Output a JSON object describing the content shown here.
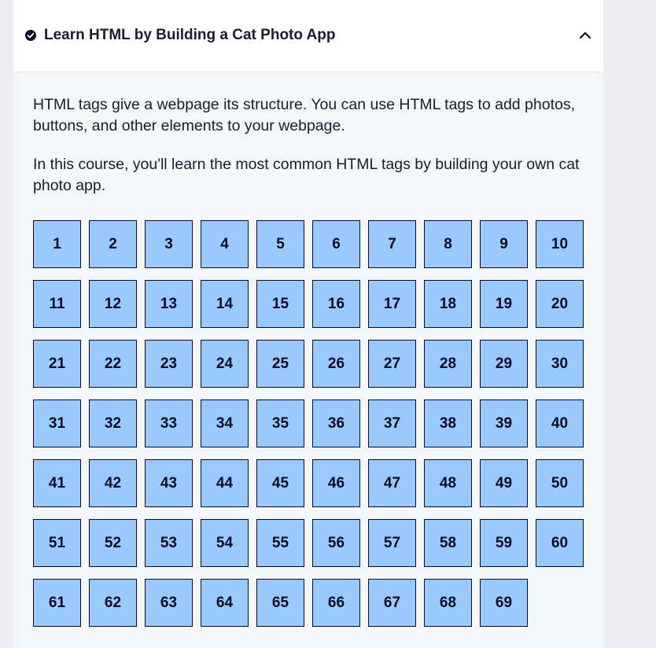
{
  "block": {
    "title": "Learn HTML by Building a Cat Photo App",
    "completed": true,
    "expanded": true,
    "description": [
      "HTML tags give a webpage its structure. You can use HTML tags to add photos, buttons, and other elements to your webpage.",
      "In this course, you'll learn the most common HTML tags by building your own cat photo app."
    ]
  },
  "steps": [
    "1",
    "2",
    "3",
    "4",
    "5",
    "6",
    "7",
    "8",
    "9",
    "10",
    "11",
    "12",
    "13",
    "14",
    "15",
    "16",
    "17",
    "18",
    "19",
    "20",
    "21",
    "22",
    "23",
    "24",
    "25",
    "26",
    "27",
    "28",
    "29",
    "30",
    "31",
    "32",
    "33",
    "34",
    "35",
    "36",
    "37",
    "38",
    "39",
    "40",
    "41",
    "42",
    "43",
    "44",
    "45",
    "46",
    "47",
    "48",
    "49",
    "50",
    "51",
    "52",
    "53",
    "54",
    "55",
    "56",
    "57",
    "58",
    "59",
    "60",
    "61",
    "62",
    "63",
    "64",
    "65",
    "66",
    "67",
    "68",
    "69"
  ],
  "icons": {
    "completed": "check-circle-icon",
    "toggle": "chevron-up-icon"
  },
  "colors": {
    "step_fill": "#99c9ff",
    "step_border": "#0a0a23",
    "text": "#1b1b32"
  }
}
